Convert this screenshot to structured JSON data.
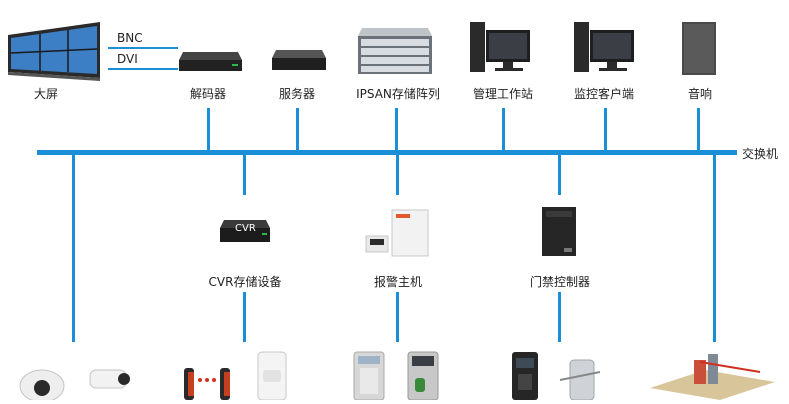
{
  "connections": {
    "bnc": "BNC",
    "dvi": "DVI"
  },
  "switch_label": "交换机",
  "top_devices": [
    {
      "label": "大屏"
    },
    {
      "label": "解码器"
    },
    {
      "label": "服务器"
    },
    {
      "label": "IPSAN存储阵列"
    },
    {
      "label": "管理工作站"
    },
    {
      "label": "监控客户端"
    },
    {
      "label": "音响"
    }
  ],
  "middle_devices": [
    {
      "label": "CVR存储设备",
      "badge": "CVR"
    },
    {
      "label": "报警主机"
    },
    {
      "label": "门禁控制器"
    }
  ],
  "bottom_devices": [
    {
      "name": "ip-camera"
    },
    {
      "name": "alarm-sensors"
    },
    {
      "name": "access-readers"
    },
    {
      "name": "turnstile"
    },
    {
      "name": "parking-system"
    }
  ],
  "colors": {
    "line": "#1a8fd8",
    "device_dark": "#2b2b2b",
    "device_silver": "#d9dde2"
  }
}
